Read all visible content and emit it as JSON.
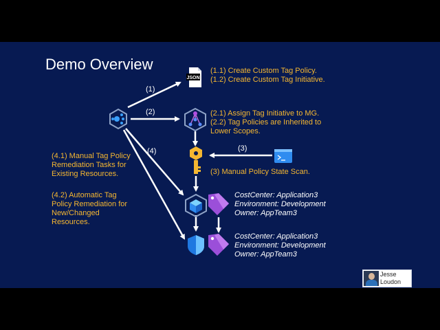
{
  "slide": {
    "title": "Demo Overview",
    "step_labels": {
      "s1": "(1)",
      "s2": "(2)",
      "s3": "(3)",
      "s4": "(4)"
    },
    "step1": {
      "line1": "(1.1) Create Custom Tag Policy.",
      "line2": "(1.2) Create Custom Tag Initiative."
    },
    "step2": {
      "line1": "(2.1) Assign Tag Initiative to MG.",
      "line2": "(2.2) Tag Policies are Inherited to",
      "line3": "Lower Scopes."
    },
    "step3": {
      "line1": "(3) Manual Policy State Scan."
    },
    "step4": {
      "l1": "(4.1) Manual Tag Policy",
      "l2": "Remediation Tasks for",
      "l3": "Existing Resources.",
      "l4": "(4.2) Automatic Tag",
      "l5": "Policy Remediation for",
      "l6": "New/Changed",
      "l7": "Resources."
    },
    "tags1": {
      "l1": "CostCenter: Application3",
      "l2": "Environment: Development",
      "l3": "Owner: AppTeam3"
    },
    "tags2": {
      "l1": "CostCenter: Application3",
      "l2": "Environment: Development",
      "l3": "Owner: AppTeam3"
    },
    "json_icon_text": "JSON",
    "presenter": {
      "first": "Jesse",
      "last": "Loudon"
    }
  },
  "colors": {
    "background": "#071a52",
    "accent": "#f5b731",
    "text": "#ffffff"
  },
  "icons": [
    "json-file-icon",
    "policy-hub-icon",
    "management-group-icon",
    "key-icon",
    "terminal-icon",
    "resource-cube-icon",
    "tag-icon",
    "shield-icon"
  ]
}
